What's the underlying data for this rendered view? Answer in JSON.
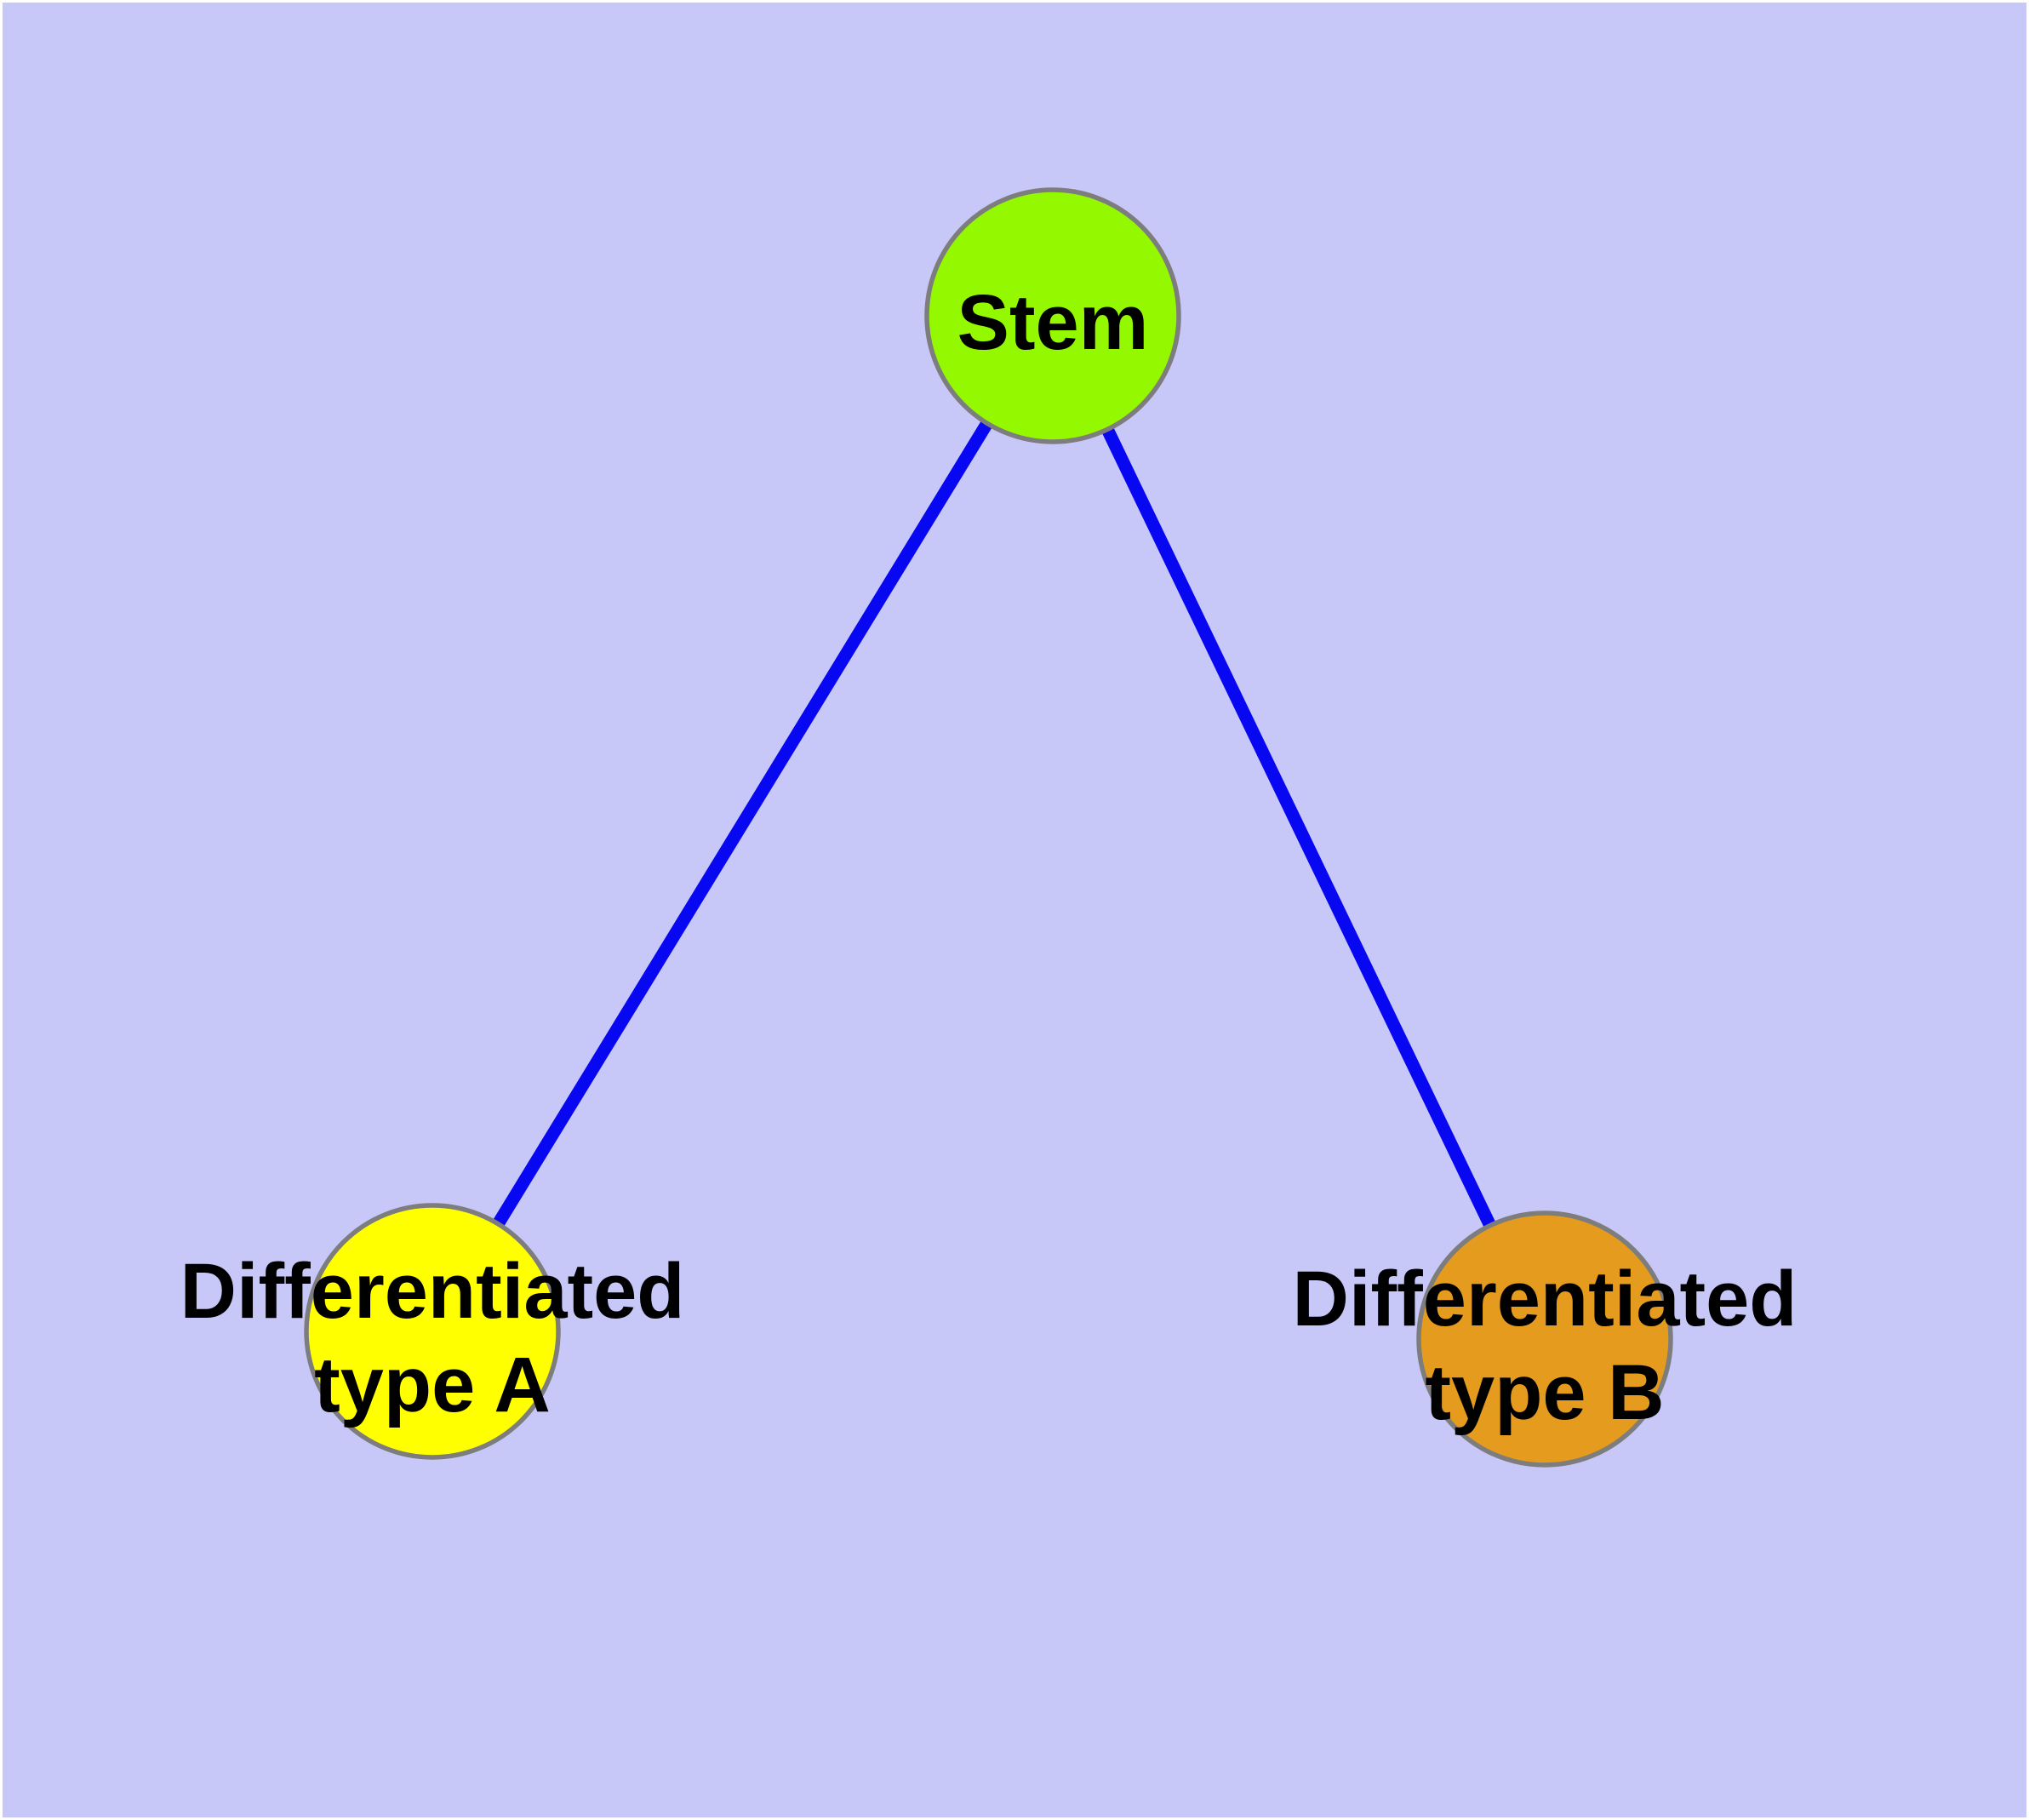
{
  "diagram": {
    "type": "node-link-graph",
    "background_color": "#c8c8f8",
    "frame_color": "#ffffff",
    "edge_color": "#0707f2",
    "node_border_color": "#7d7d7d",
    "label_color": "#000000",
    "nodes": [
      {
        "id": "stem",
        "label": "Stem",
        "label_lines": [
          "Stem"
        ],
        "fill_color": "#94f800"
      },
      {
        "id": "differentiated-type-a",
        "label": "Differentiated type A",
        "label_lines": [
          "Differentiated",
          "type A"
        ],
        "fill_color": "#ffff00"
      },
      {
        "id": "differentiated-type-b",
        "label": "Differentiated type B",
        "label_lines": [
          "Differentiated",
          "type B"
        ],
        "fill_color": "#e49b1e"
      }
    ],
    "edges": [
      {
        "source": "stem",
        "target": "differentiated-type-a"
      },
      {
        "source": "stem",
        "target": "differentiated-type-b"
      }
    ]
  }
}
